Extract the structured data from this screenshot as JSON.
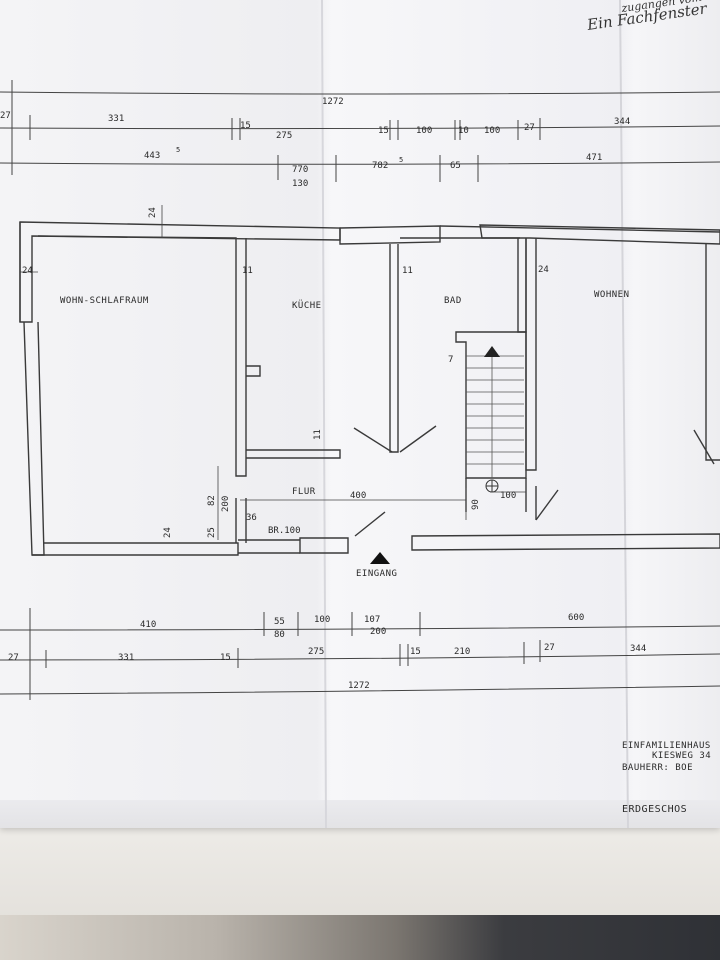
{
  "handwritten_note": "Ein Fachfenster",
  "handwritten_note_top": "zugangen vom",
  "rooms": {
    "wohn_schlafraum": "WOHN-SCHLAFRAUM",
    "kueche": "KÜCHE",
    "bad": "BAD",
    "wohnen": "WOHNEN",
    "flur": "FLUR"
  },
  "entrance": "EINGANG",
  "dims_top": {
    "total": "1272",
    "d331": "331",
    "d275a": "27",
    "d15a": "15",
    "d275": "275",
    "d15b": "15",
    "d100a": "100",
    "d10": "10",
    "d100b": "100",
    "d27": "27",
    "d344": "344",
    "d4435": "443",
    "d770": "770",
    "d130": "130",
    "d7825": "782",
    "d65": "65",
    "d471": "471",
    "sup5": "5"
  },
  "dims_interior": {
    "wall24_top": "24",
    "wall24_left": "24",
    "wall11_kueche": "11",
    "wall11_bad": "11",
    "wall24_wohnen": "24",
    "stair7": "7",
    "wall115": "11",
    "flur400": "400",
    "d82": "82",
    "d200": "200",
    "d365": "36",
    "d25": "25",
    "d24_bottom": "24",
    "br100": "BR.100",
    "d90": "90",
    "d100_stair": "100"
  },
  "dims_bottom": {
    "d410": "410",
    "d55": "55",
    "d80": "80",
    "d100": "100",
    "d107": "107",
    "d200": "200",
    "d600": "600",
    "d275a": "27",
    "d331": "331",
    "d15a": "15",
    "d275": "275",
    "d15b": "15",
    "d210": "210",
    "d27": "27",
    "d344": "344",
    "total": "1272"
  },
  "title_block": {
    "line1": "EINFAMILIENHAUS",
    "line2": "KIESWEG 34",
    "line3": "BAUHERR: BOE",
    "line4": "ERDGESCHOS"
  }
}
